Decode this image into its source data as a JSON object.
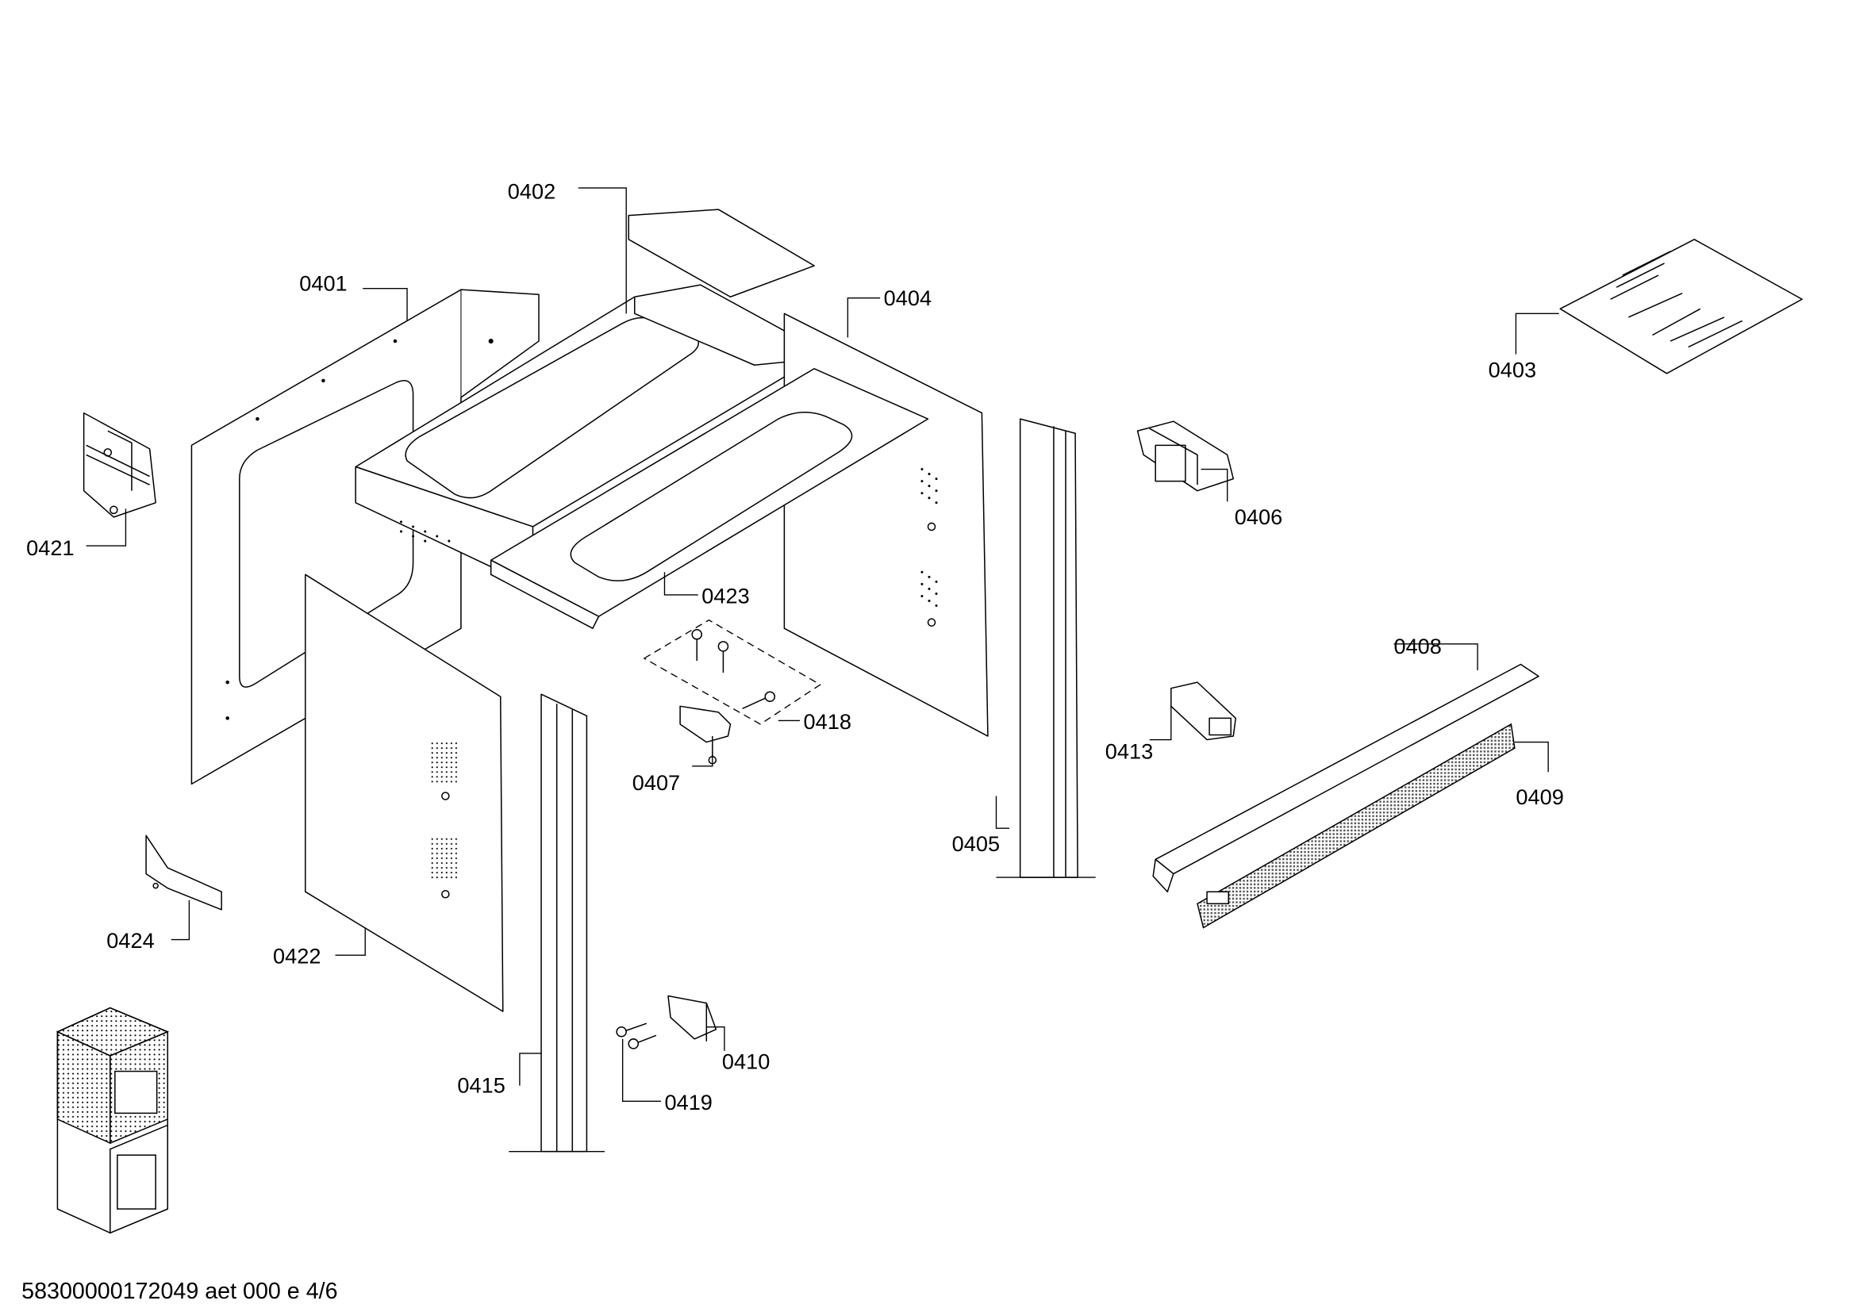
{
  "callouts": {
    "c0401": "0401",
    "c0402": "0402",
    "c0403": "0403",
    "c0404": "0404",
    "c0405": "0405",
    "c0406": "0406",
    "c0407": "0407",
    "c0408": "0408",
    "c0409": "0409",
    "c0410": "0410",
    "c0413": "0413",
    "c0415": "0415",
    "c0418": "0418",
    "c0419": "0419",
    "c0421": "0421",
    "c0422": "0422",
    "c0423": "0423",
    "c0424": "0424"
  },
  "footer": {
    "code": "58300000172049 aet 000 e 4/6"
  }
}
